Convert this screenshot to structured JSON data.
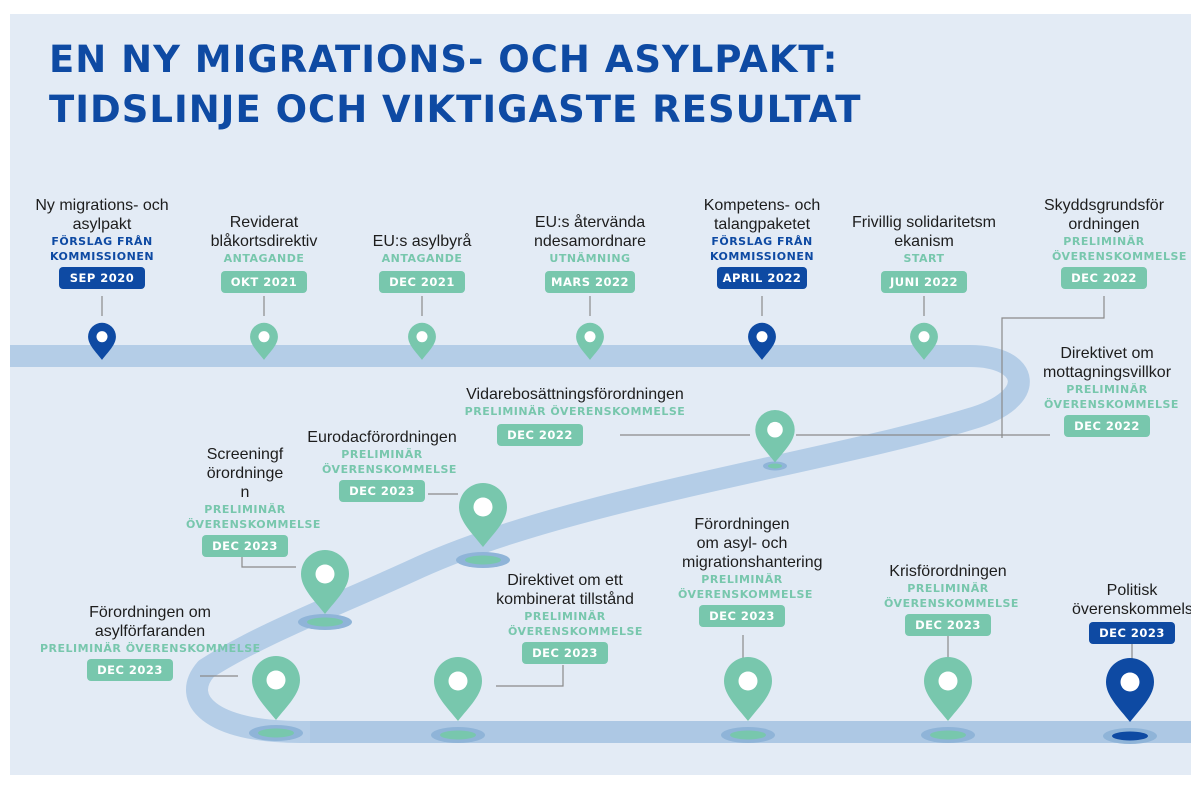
{
  "title": {
    "line1": "EN NY MIGRATIONS- OCH ASYLPAKT:",
    "line2": "TIDSLINJE OCH VIKTIGASTE RESULTAT"
  },
  "colors": {
    "title_blue": "#0e4aa3",
    "accent_green": "#78c7ad",
    "background": "#e3ebf5",
    "road": "#b4cde7"
  },
  "events": [
    {
      "id": "ev1",
      "label": "Ny migrations- och asylpakt",
      "status": "FÖRSLAG FRÅN KOMMISSIONEN",
      "date": "SEP 2020",
      "color": "blue"
    },
    {
      "id": "ev2",
      "label": "Reviderat blåkortsdirektiv",
      "status": "ANTAGANDE",
      "date": "OKT 2021",
      "color": "green"
    },
    {
      "id": "ev3",
      "label": "EU:s asylbyrå",
      "status": "ANTAGANDE",
      "date": "DEC 2021",
      "color": "green"
    },
    {
      "id": "ev4",
      "label": "EU:s återvändandesamordnare",
      "status": "UTNÄMNING",
      "date": "MARS 2022",
      "color": "green"
    },
    {
      "id": "ev5",
      "label": "Kompetens- och talangpaketet",
      "status": "FÖRSLAG FRÅN KOMMISSIONEN",
      "date": "APRIL 2022",
      "color": "blue"
    },
    {
      "id": "ev6",
      "label": "Frivillig solidaritetsmekanism",
      "status": "START",
      "date": "JUNI 2022",
      "color": "green"
    },
    {
      "id": "ev7",
      "label": "Skyddsgrundsförordningen",
      "status": "PRELIMINÄR ÖVERENSKOMMELSE",
      "date": "DEC 2022",
      "color": "green"
    },
    {
      "id": "ev8",
      "label": "Direktivet om mottagningsvillkor",
      "status": "PRELIMINÄR ÖVERENSKOMMELSE",
      "date": "DEC 2022",
      "color": "green"
    },
    {
      "id": "ev9",
      "label": "Vidarebosättningsförordningen",
      "status": "PRELIMINÄR ÖVERENSKOMMELSE",
      "date": "DEC 2022",
      "color": "green"
    },
    {
      "id": "ev10",
      "label": "Eurodacförordningen",
      "status": "PRELIMINÄR ÖVERENSKOMMELSE",
      "date": "DEC 2023",
      "color": "green"
    },
    {
      "id": "ev11",
      "label": "Screeningförordningen",
      "status": "PRELIMINÄR ÖVERENSKOMMELSE",
      "date": "DEC 2023",
      "color": "green"
    },
    {
      "id": "ev12",
      "label": "Förordningen om asylförfaranden",
      "status": "PRELIMINÄR ÖVERENSKOMMELSE",
      "date": "DEC 2023",
      "color": "green"
    },
    {
      "id": "ev13",
      "label": "Direktivet om ett kombinerat tillstånd",
      "status": "PRELIMINÄR ÖVERENSKOMMELSE",
      "date": "DEC 2023",
      "color": "green"
    },
    {
      "id": "ev14",
      "label": "Förordningen om asyl- och migrationshantering",
      "status": "PRELIMINÄR ÖVERENSKOMMELSE",
      "date": "DEC 2023",
      "color": "green"
    },
    {
      "id": "ev15",
      "label": "Krisförordningen",
      "status": "PRELIMINÄR ÖVERENSKOMMELSE",
      "date": "DEC 2023",
      "color": "green"
    },
    {
      "id": "ev16",
      "label": "Politisk överenskommelse",
      "status": "",
      "date": "DEC 2023",
      "color": "blue"
    }
  ]
}
